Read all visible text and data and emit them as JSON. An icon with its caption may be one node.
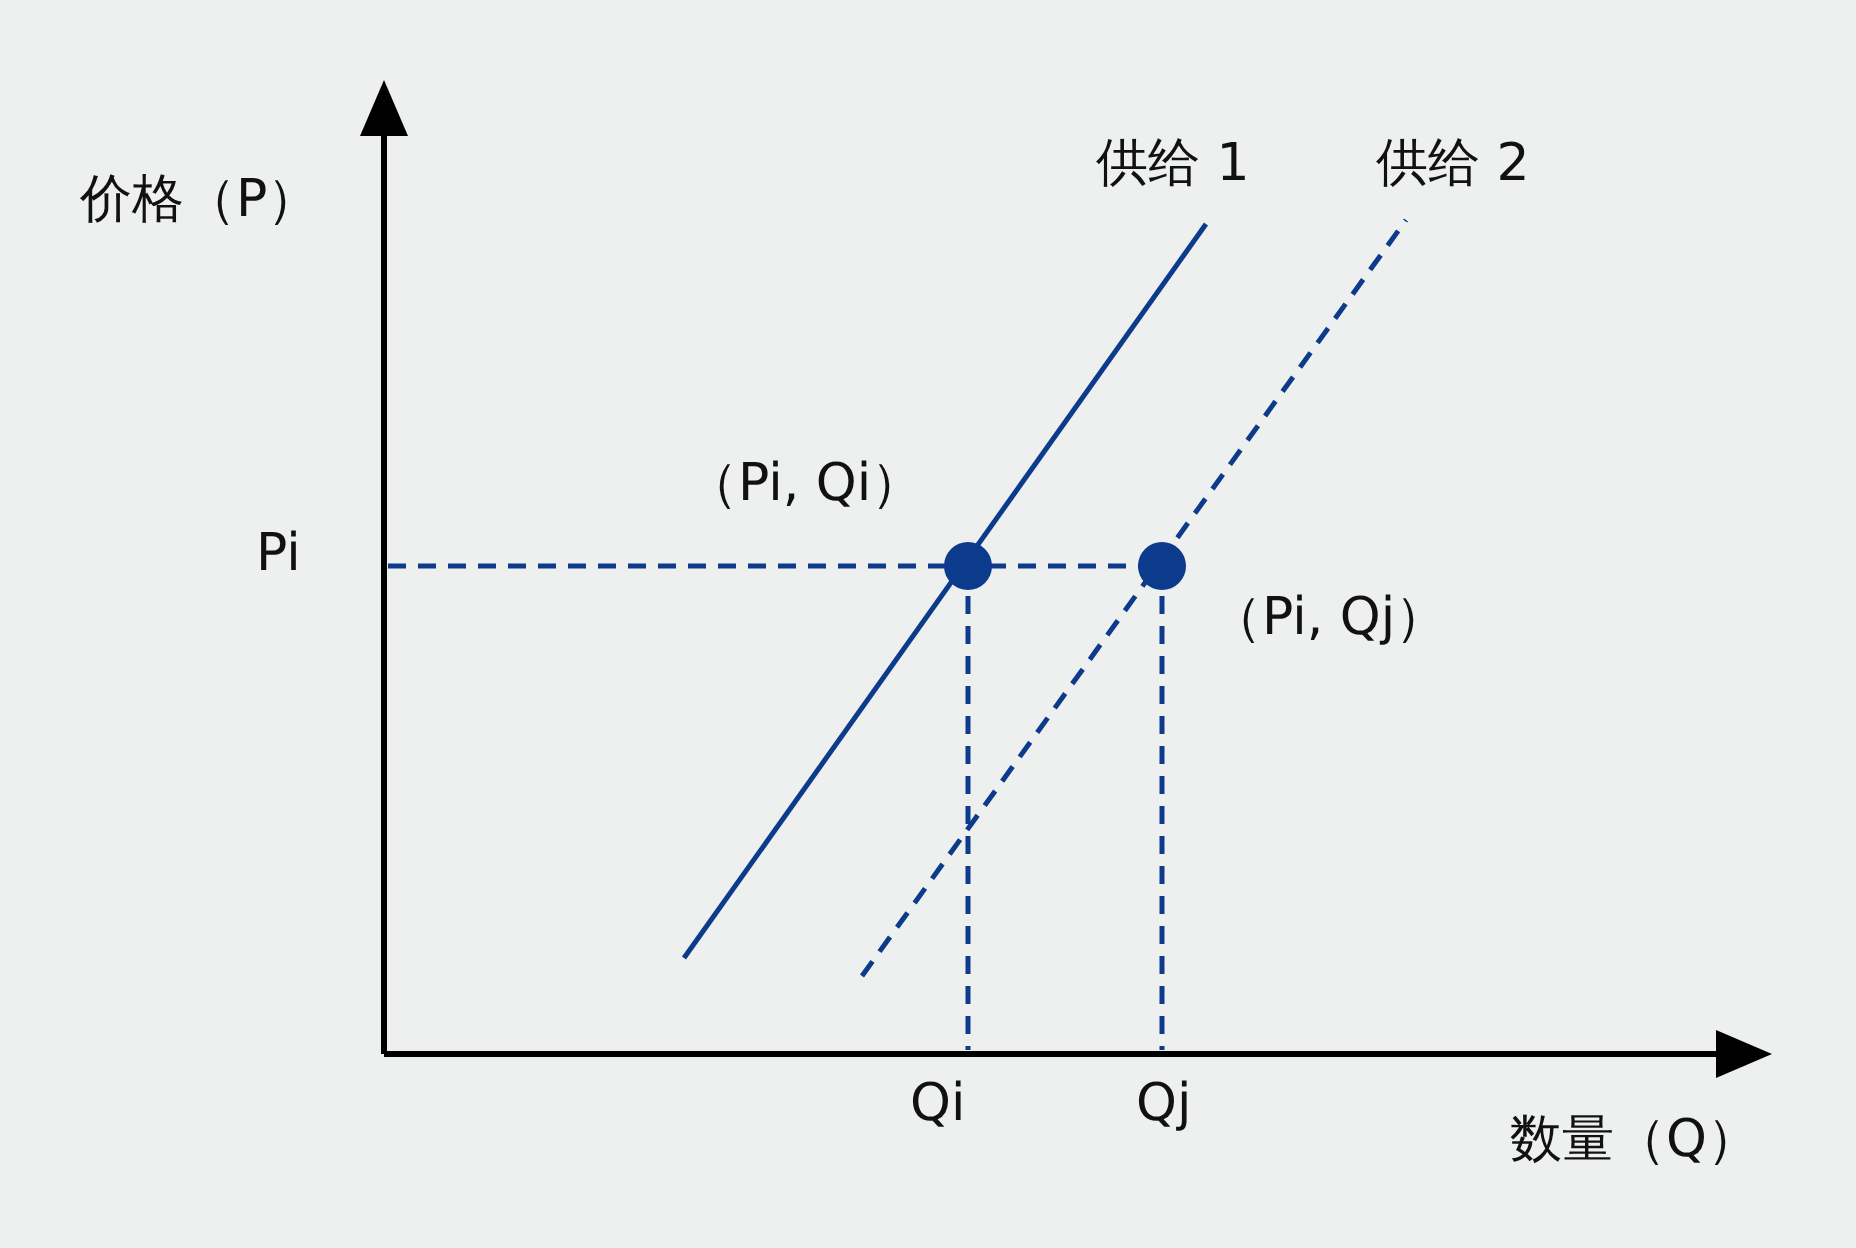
{
  "diagram": {
    "labels": [
      "价格（P）",
      "供给 1",
      "供给 2",
      "（Pi, Qi）",
      "Pi",
      "（Pi, Qj）",
      "Qi",
      "Qj",
      "数量（Q）"
    ]
  }
}
